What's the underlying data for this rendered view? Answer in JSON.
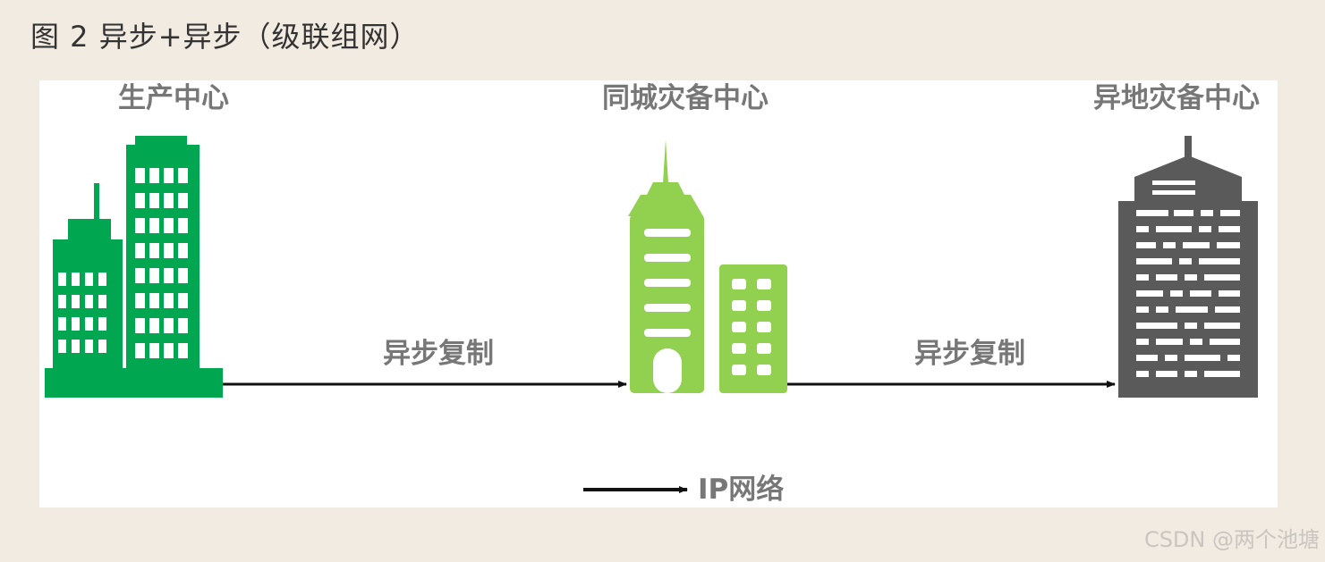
{
  "figure": {
    "title": "图 2 异步+异步（级联组网）",
    "centers": {
      "production": "生产中心",
      "same_city": "同城灾备中心",
      "remote": "异地灾备中心"
    },
    "links": {
      "left": "异步复制",
      "right": "异步复制"
    },
    "legend": {
      "label": "IP网络"
    },
    "colors": {
      "production": "#00a650",
      "same_city": "#92d050",
      "remote": "#5a5a5a",
      "text": "#777777",
      "arrow": "#111111"
    }
  },
  "watermark": "CSDN @两个池塘"
}
